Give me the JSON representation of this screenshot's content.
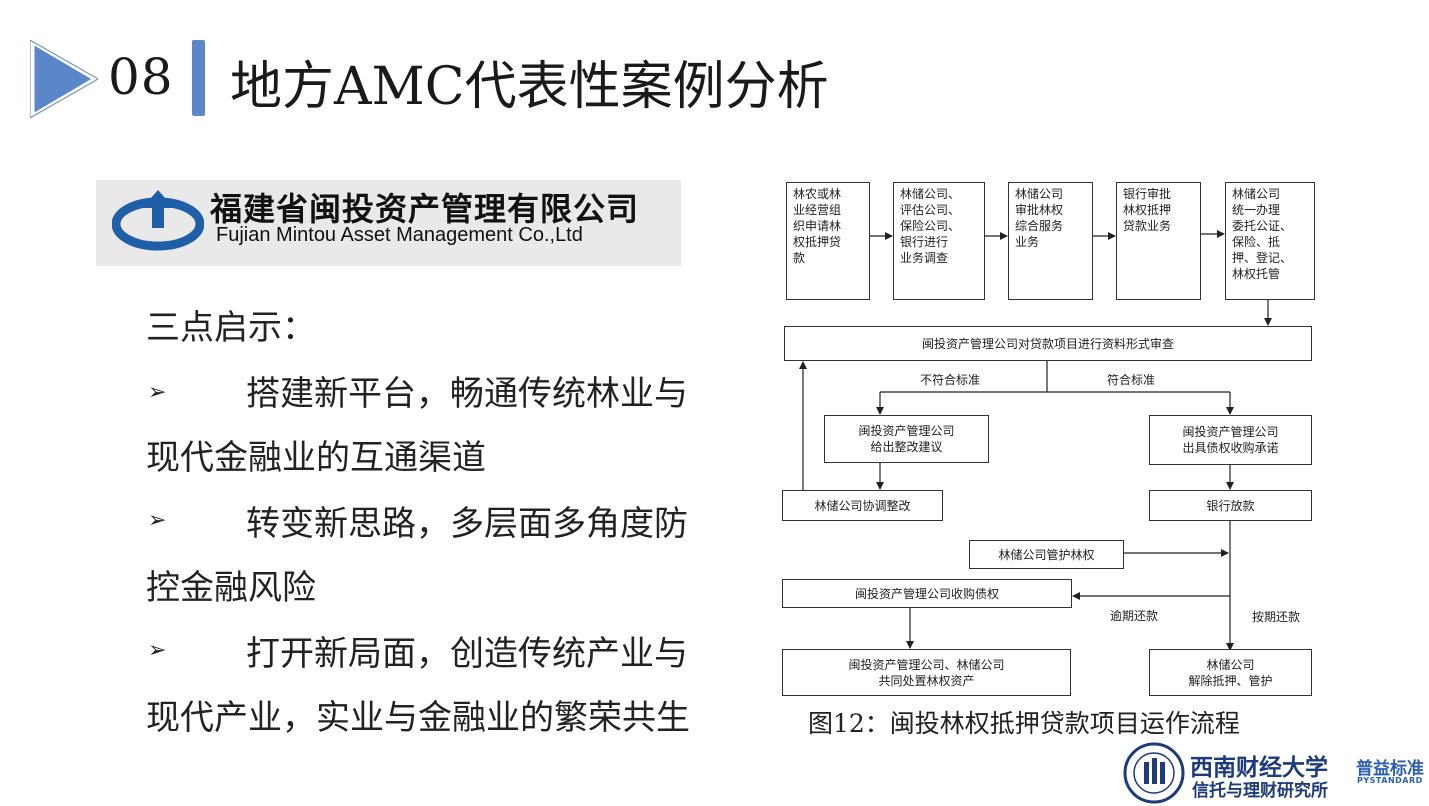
{
  "header": {
    "number": "08",
    "title": "地方AMC代表性案例分析",
    "accent_color": "#5b87c8",
    "arrow_icon": "play-triangle-icon"
  },
  "logo": {
    "name_cn": "福建省闽投资产管理有限公司",
    "name_en": "Fujian Mintou Asset Management Co.,Ltd",
    "banner_color": "#e9e9e9",
    "brand_color": "#1f5fa8"
  },
  "insights": {
    "heading": "三点启示：",
    "bullet_symbol": "➢",
    "items": [
      {
        "line1": "搭建新平台，畅通传统林业与",
        "line2": "现代金融业的互通渠道"
      },
      {
        "line1": "转变新思路，多层面多角度防",
        "line2": "控金融风险"
      },
      {
        "line1": "打开新局面，创造传统产业与",
        "line2": "现代产业，实业与金融业的繁荣共生"
      }
    ]
  },
  "flowchart": {
    "top_row": [
      {
        "lines": [
          "林农或林",
          "业经营组",
          "织申请林",
          "权抵押贷",
          "款"
        ]
      },
      {
        "lines": [
          "林储公司、",
          "评估公司、",
          "保险公司、",
          "银行进行",
          "业务调查"
        ]
      },
      {
        "lines": [
          "林储公司",
          "审批林权",
          "综合服务",
          "业务"
        ]
      },
      {
        "lines": [
          "银行审批",
          "林权抵押",
          "贷款业务"
        ]
      },
      {
        "lines": [
          "林储公司",
          "统一办理",
          "委托公证、",
          "保险、抵",
          "押、登记、",
          "林权托管"
        ]
      }
    ],
    "review": "闽投资产管理公司对贷款项目进行资料形式审查",
    "not_meet": "不符合标准",
    "meet": "符合标准",
    "rectify_advice": [
      "闽投资产管理公司",
      "给出整改建议"
    ],
    "buyback_promise": [
      "闽投资产管理公司",
      "出具债权收购承诺"
    ],
    "coordinate_rectify": "林储公司协调整改",
    "bank_loan": "银行放款",
    "manage_forest": "林储公司管护林权",
    "acquire_debt": "闽投资产管理公司收购债权",
    "overdue": "逾期还款",
    "on_time": "按期还款",
    "joint_dispose": [
      "闽投资产管理公司、林储公司",
      "共同处置林权资产"
    ],
    "release": [
      "林储公司",
      "解除抵押、管护"
    ]
  },
  "caption": "图12：闽投林权抵押贷款项目运作流程",
  "footer": {
    "university_name": "西南财经大学",
    "institute_name": "信托与理财研究所",
    "brand_cn": "普益标准",
    "brand_en": "PYSTANDARD",
    "university_color": "#1d3a7a",
    "brand_color": "#2c5fb3"
  }
}
